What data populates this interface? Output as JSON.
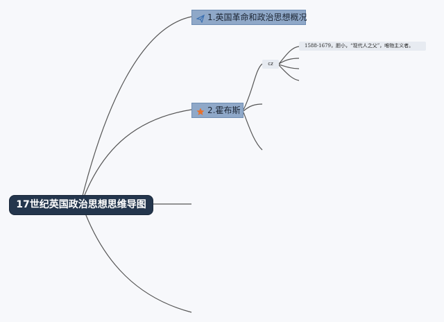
{
  "root": {
    "label": "17世纪英国政治思想思维导图"
  },
  "topics": [
    {
      "label": "1.英国革命和政治思想概况",
      "icon": "paper-plane-icon"
    },
    {
      "label": "2.霍布斯",
      "icon": "star-icon"
    }
  ],
  "subtopic": {
    "label": "cz"
  },
  "note": {
    "label": "1588-1679，胆小，“现代人之父”，唯物主义者。"
  },
  "colors": {
    "root_bg": "#24364d",
    "topic_bg": "#8fa8c8",
    "line": "#4a4a4a",
    "star": "#e8702a",
    "plane": "#3a6fb0"
  }
}
